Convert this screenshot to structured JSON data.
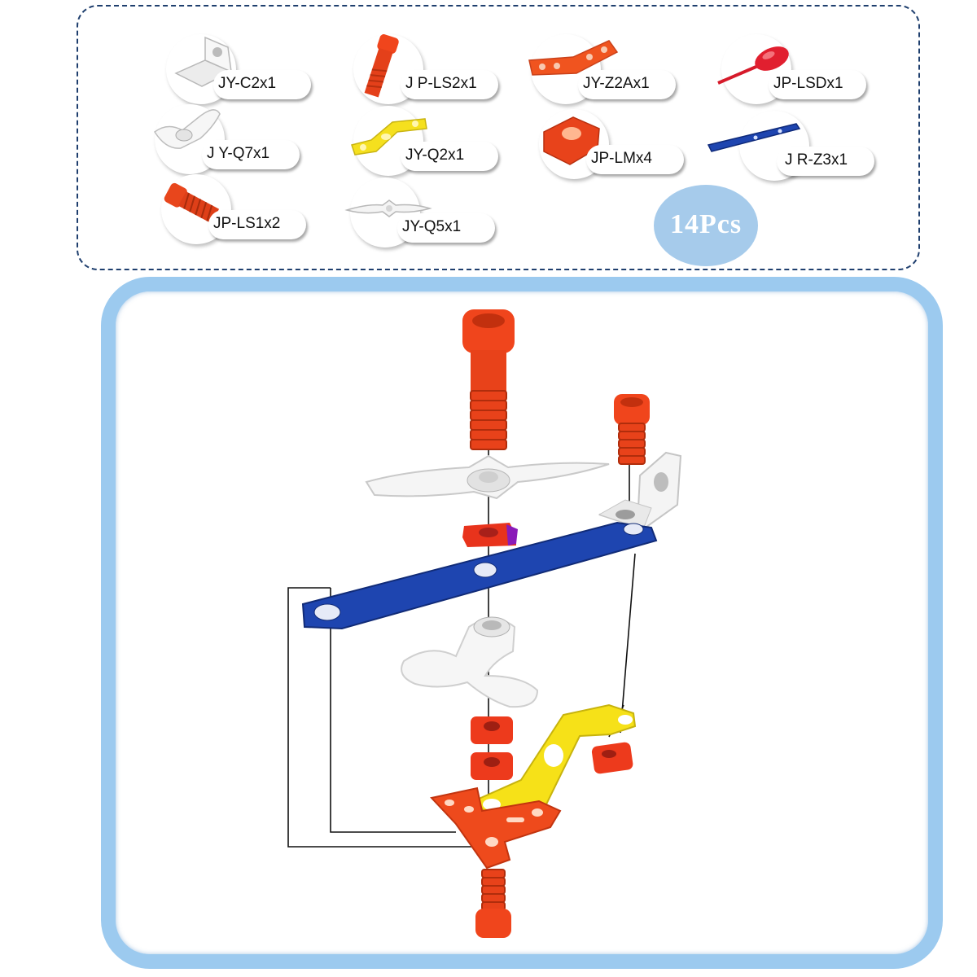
{
  "parts_panel": {
    "parts": [
      {
        "label": "JY-C2x1",
        "icon": "white-angle-bracket-icon"
      },
      {
        "label": "J P-LS2x1",
        "icon": "long-orange-bolt-icon"
      },
      {
        "label": "JY-Z2Ax1",
        "icon": "orange-bent-plate-icon"
      },
      {
        "label": "JP-LSDx1",
        "icon": "red-screwdriver-icon"
      },
      {
        "label": "J Y-Q7x1",
        "icon": "white-propeller-icon"
      },
      {
        "label": "JY-Q2x1",
        "icon": "yellow-bent-strip-icon"
      },
      {
        "label": "JP-LMx4",
        "icon": "orange-square-nut-icon"
      },
      {
        "label": "J R-Z3x1",
        "icon": "blue-straight-bar-icon"
      },
      {
        "label": "JP-LS1x2",
        "icon": "short-orange-bolt-icon"
      },
      {
        "label": "JY-Q5x1",
        "icon": "white-rotor-blade-icon"
      }
    ],
    "count_badge": "14Pcs"
  },
  "colors": {
    "panel_border": "#1f3f6e",
    "frame_border": "#9ccaef",
    "badge": "#a6cbeb",
    "orange_part": "#f0451c",
    "blue_bar": "#1e45b0",
    "yellow_part": "#f2e11c",
    "white_part": "#f4f4f4"
  }
}
